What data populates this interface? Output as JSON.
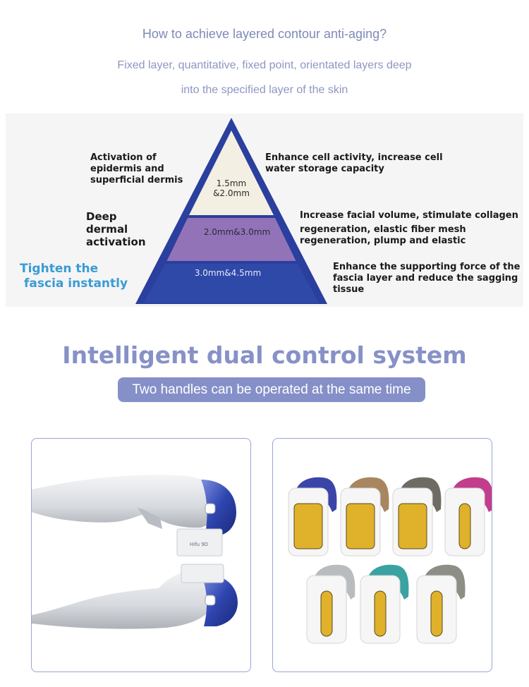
{
  "header": {
    "title": "How to achieve layered contour anti-aging?",
    "subtitle_line1": "Fixed layer, quantitative, fixed point, orientated layers deep",
    "subtitle_line2": "into the specified layer of the skin"
  },
  "pyramid": {
    "layers": [
      {
        "depth_line1": "1.5mm",
        "depth_line2": "&2.0mm",
        "color": "#f3efe3"
      },
      {
        "depth": "2.0mm&3.0mm",
        "color": "#9273b8"
      },
      {
        "depth": "3.0mm&4.5mm",
        "color": "#2f49a8"
      }
    ],
    "outline_color": "#2a3f9e",
    "left_labels": {
      "top": [
        "Activation of",
        "epidermis and",
        "superficial dermis"
      ],
      "middle": [
        "Deep",
        "dermal",
        "activation"
      ],
      "bottom": [
        "Tighten the",
        "fascia instantly"
      ]
    },
    "right_labels": {
      "top": [
        "Enhance cell activity, increase cell",
        "water storage capacity"
      ],
      "middle": [
        "Increase facial volume, stimulate collagen",
        "regeneration, elastic fiber mesh",
        "regeneration, plump and elastic"
      ],
      "bottom": [
        "Enhance the supporting force of the",
        "fascia layer and reduce the sagging",
        "tissue"
      ]
    }
  },
  "section2": {
    "title": "Intelligent dual control system",
    "pill": "Two handles can be operated at the same time",
    "accent": "#8590c8"
  },
  "images": {
    "left": {
      "handle_label": "Hifu 9D"
    },
    "right": {
      "cap_colors": [
        "#3b45a8",
        "#a88660",
        "#6e6a64",
        "#c23d8c",
        "#b9bcbf",
        "#3aa2a0",
        "#8d8e86"
      ],
      "window_color": "#e0b12a"
    }
  }
}
